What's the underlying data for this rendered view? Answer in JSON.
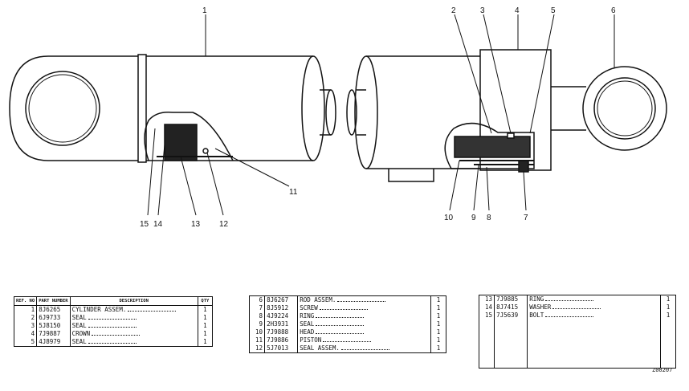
{
  "callouts": [
    "1",
    "2",
    "3",
    "4",
    "5",
    "6",
    "7",
    "8",
    "9",
    "10",
    "11",
    "12",
    "13",
    "14",
    "15"
  ],
  "tables": {
    "headers": {
      "ref": "REF. NO",
      "part": "PART NUMBER",
      "description": "DESCRIPTION",
      "qty": "QTY"
    },
    "left": [
      {
        "ref": "1",
        "part": "8J6265",
        "desc": "CYLINDER ASSEM.",
        "qty": "1"
      },
      {
        "ref": "2",
        "part": "6J9733",
        "desc": "SEAL",
        "qty": "1"
      },
      {
        "ref": "3",
        "part": "5J8150",
        "desc": "SEAL",
        "qty": "1"
      },
      {
        "ref": "4",
        "part": "7J9887",
        "desc": "CROWN",
        "qty": "1"
      },
      {
        "ref": "5",
        "part": "4J8979",
        "desc": "SEAL",
        "qty": "1"
      }
    ],
    "middle": [
      {
        "ref": "6",
        "part": "8J6267",
        "desc": "ROD ASSEM.",
        "qty": "1"
      },
      {
        "ref": "7",
        "part": "8J5912",
        "desc": "SCREW",
        "qty": "1"
      },
      {
        "ref": "8",
        "part": "4J9224",
        "desc": "RING",
        "qty": "1"
      },
      {
        "ref": "9",
        "part": "2H3931",
        "desc": "SEAL",
        "qty": "1"
      },
      {
        "ref": "10",
        "part": "7J9888",
        "desc": "HEAD",
        "qty": "1"
      },
      {
        "ref": "11",
        "part": "7J9886",
        "desc": "PISTON",
        "qty": "1"
      },
      {
        "ref": "12",
        "part": "5J7013",
        "desc": "SEAL ASSEM.",
        "qty": "1"
      }
    ],
    "right": [
      {
        "ref": "13",
        "part": "7J9885",
        "desc": "RING",
        "qty": "1"
      },
      {
        "ref": "14",
        "part": "8J7415",
        "desc": "WASHER",
        "qty": "1"
      },
      {
        "ref": "15",
        "part": "7J5639",
        "desc": "BOLT",
        "qty": "1"
      }
    ]
  },
  "figure_number": "Z00207"
}
